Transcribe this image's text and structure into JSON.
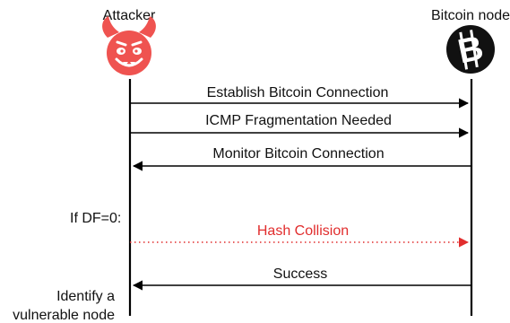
{
  "participants": {
    "left": {
      "label": "Attacker",
      "icon": "devil-face-icon"
    },
    "right": {
      "label": "Bitcoin node",
      "icon": "bitcoin-icon",
      "symbol": "B"
    }
  },
  "messages": [
    {
      "label": "Establish Bitcoin Connection",
      "direction": "right",
      "style": "solid",
      "color": "#000000"
    },
    {
      "label": "ICMP Fragmentation Needed",
      "direction": "right",
      "style": "solid",
      "color": "#000000"
    },
    {
      "label": "Monitor Bitcoin Connection",
      "direction": "left",
      "style": "solid",
      "color": "#000000"
    },
    {
      "label": "Hash Collision",
      "direction": "right",
      "style": "dotted",
      "color": "#e12d2d"
    },
    {
      "label": "Success",
      "direction": "left",
      "style": "solid",
      "color": "#000000"
    }
  ],
  "notes": {
    "if_df": "If DF=0:",
    "identify_line1": "Identify a",
    "identify_line2": "vulnerable node"
  },
  "colors": {
    "devil_face": "#ef5350",
    "devil_features": "#ffffff",
    "line": "#000000",
    "accent_red": "#e12d2d",
    "bitcoin_bg": "#111111",
    "bitcoin_symbol": "#ffffff"
  }
}
